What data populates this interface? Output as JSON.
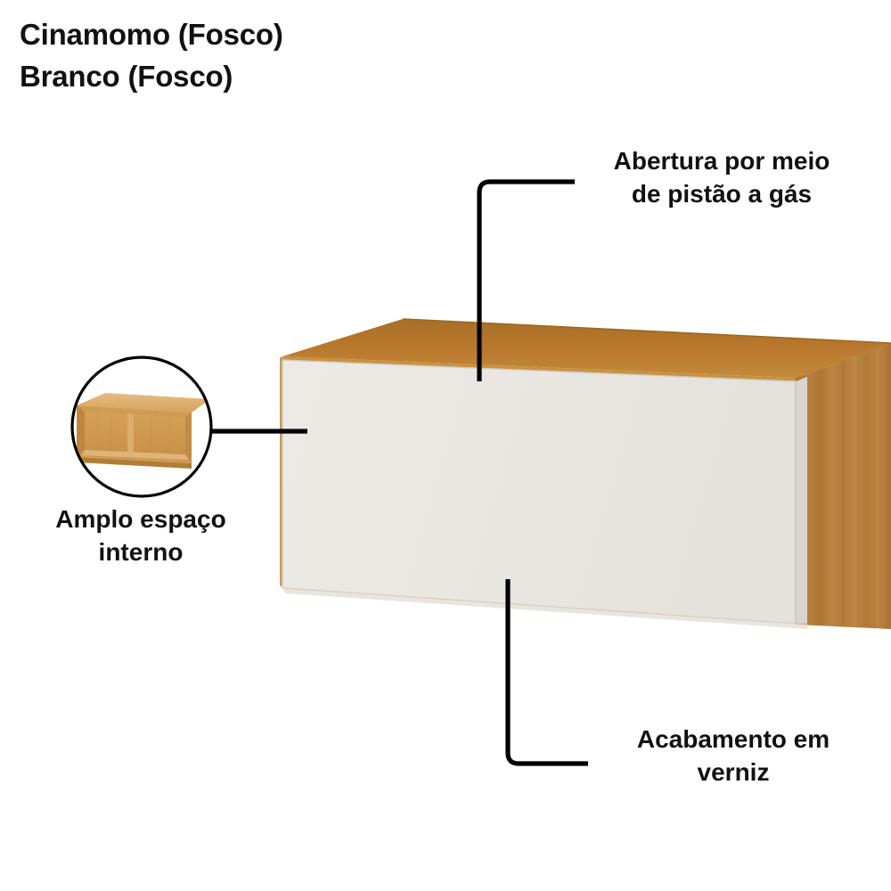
{
  "finish": {
    "lines": [
      "Cinamomo (Fosco)",
      "Branco (Fosco)"
    ]
  },
  "callouts": {
    "top_right": {
      "line1": "Abertura por meio",
      "line2": "de pistão a gás",
      "icon": "leader-line-elbow-icon"
    },
    "bottom_right": {
      "line1": "Acabamento em",
      "line2": "verniz",
      "icon": "leader-line-elbow-icon"
    },
    "left": {
      "line1": "Amplo espaço",
      "line2": "interno",
      "icon": "leader-line-straight-icon"
    }
  },
  "product": {
    "name": "wall-mounted-cabinet",
    "detail_inset": {
      "name": "open-cabinet-interior-detail",
      "compartments": 2
    }
  },
  "colors": {
    "wood_top": "#b8772c",
    "wood_top_light": "#c08a3e",
    "wood_side": "#b5803f",
    "wood_side_dark": "#a2702f",
    "wood_edge": "#c99a55",
    "door_white": "#e9e6e1",
    "door_white_edge": "#dedad3",
    "door_side_strip": "#d9d5ce",
    "outline": "#000000",
    "text": "#111111",
    "background": "#ffffff",
    "inset_wood_face": "#d9a45f",
    "inset_wood_inner": "#cf9a52",
    "inset_wood_top": "#e0b478",
    "inset_shadow": "#b07f37"
  }
}
